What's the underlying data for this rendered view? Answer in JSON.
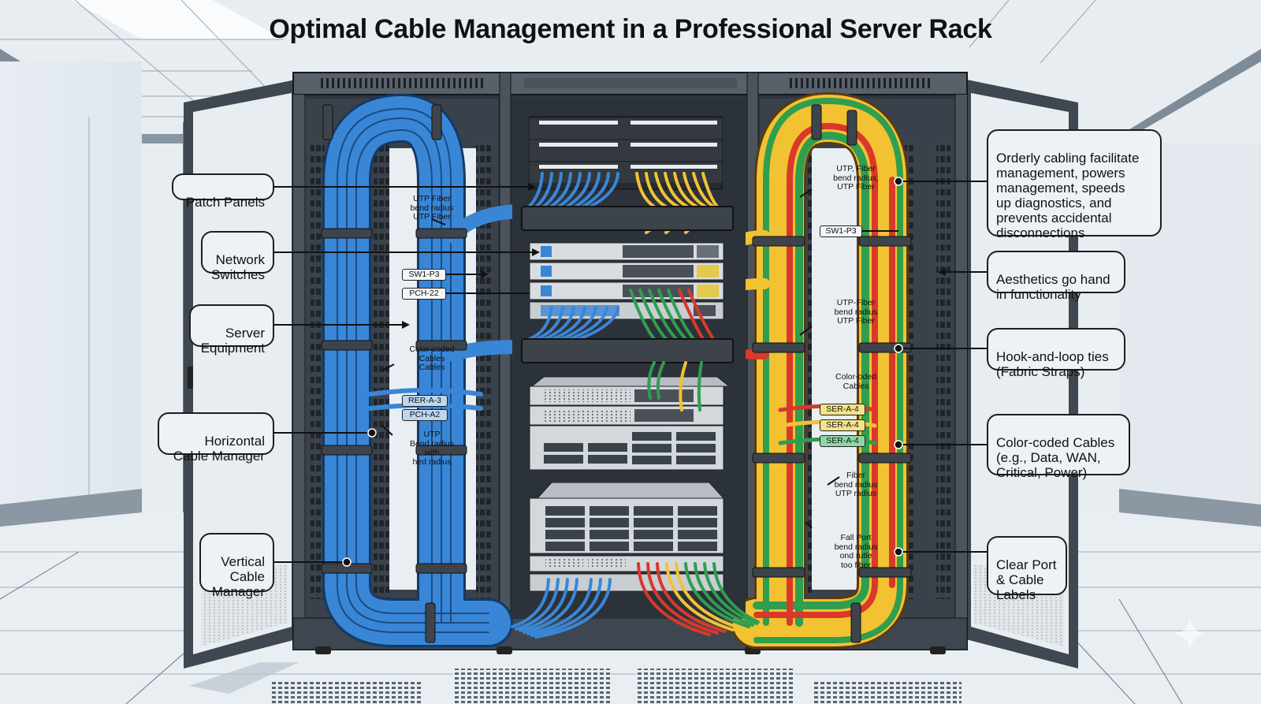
{
  "title": "Optimal Cable Management in a Professional Server Rack",
  "colors": {
    "cable_blue": "#3a86d6",
    "cable_yellow": "#f2c232",
    "cable_green": "#2f9e4f",
    "cable_red": "#d8392b",
    "rack_frame": "#4a525c",
    "rack_dark": "#2f353d",
    "callout_bg": "#eef2f6"
  },
  "left_callouts": [
    {
      "id": "patch-panels",
      "text": "Patch Panels"
    },
    {
      "id": "network-switches",
      "text": "Network\nSwitches"
    },
    {
      "id": "server-equipment",
      "text": "Server\nEquipment"
    },
    {
      "id": "horizontal-cable-manager",
      "text": "Horizontal\nCable Manager"
    },
    {
      "id": "vertical-cable-manager",
      "text": "Vertical\nCable\nManager"
    }
  ],
  "right_callouts": [
    {
      "id": "orderly-cabling",
      "text": "Orderly cabling facilitate\nmanagement, powers\nmanagement, speeds\nup diagnostics, and\nprevents accidental\ndisconnections"
    },
    {
      "id": "aesthetics",
      "text": "Aesthetics go hand\nin functionality"
    },
    {
      "id": "hook-and-loop",
      "text": "Hook-and-loop ties\n(Fabric Straps)"
    },
    {
      "id": "color-coded",
      "text": "Color-coded Cables\n(e.g., Data, WAN,\nCritical, Power)"
    },
    {
      "id": "clear-labels",
      "text": "Clear Port\n& Cable\nLabels"
    }
  ],
  "notes_left": [
    "UTP Fiber\nbend radius\nUTP Fiber",
    "Color-coded\nCables\nCables",
    "UTP\nBend radius\nwith\nhed radius"
  ],
  "notes_right": [
    "UTP, Fiber\nbend radius,\nUTP Fiber",
    "UTP-Fiber\nbend radius\nUTP Fiber",
    "Color-oded\nCables",
    "Fiber\nbend radius\nUTP radius",
    "Fall Port\nbend radius\nond rutle\ntoo fiber"
  ],
  "tags_left": [
    "SW1-P3",
    "PCH-22",
    "RER-A-3",
    "PCH-A2"
  ],
  "tags_right": [
    "SW1-P3",
    "SER-A-4",
    "SER-A-4",
    "SER-A-4"
  ]
}
